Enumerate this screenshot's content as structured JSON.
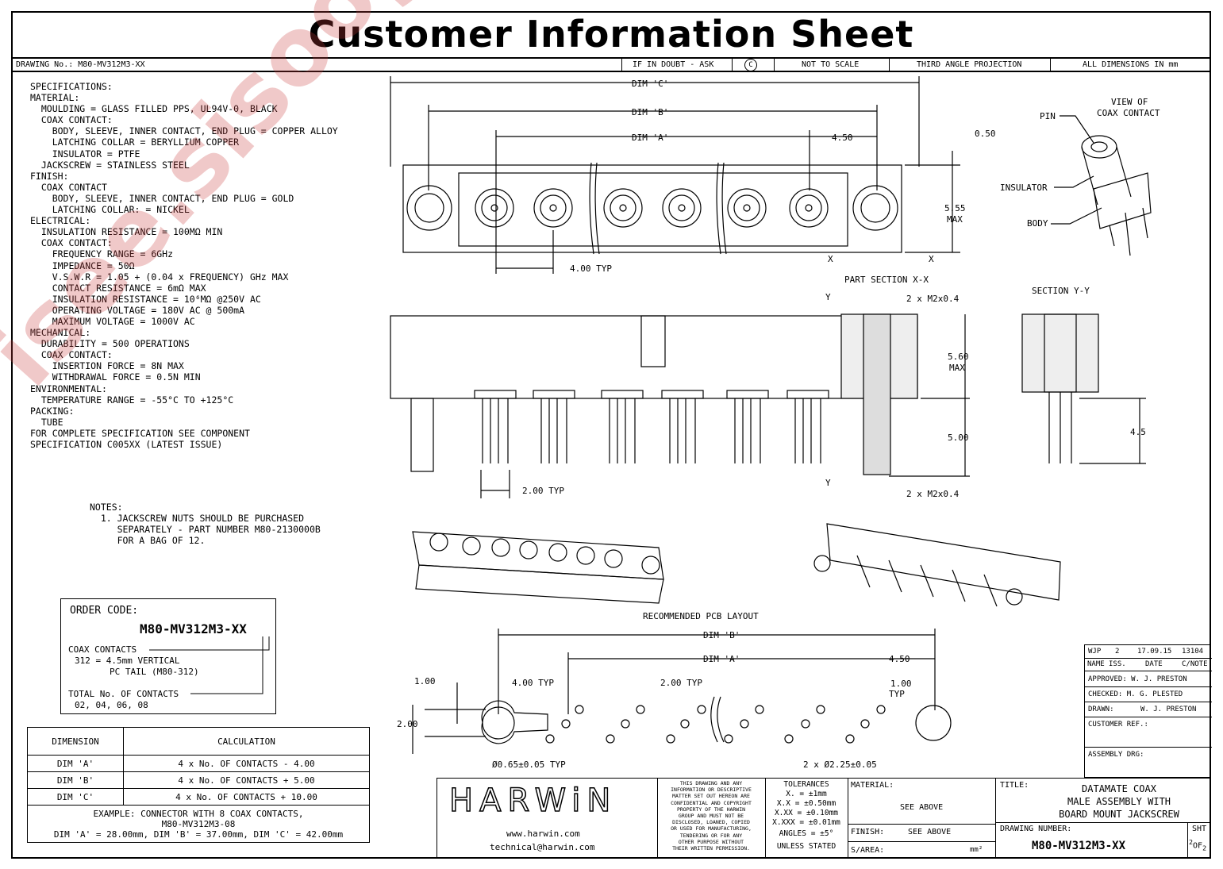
{
  "title": "Customer Information Sheet",
  "header": {
    "drawing_no": "DRAWING No.: M80-MV312M3-XX",
    "doubt": "IF IN DOUBT - ASK",
    "copyright": "C",
    "scale": "NOT TO SCALE",
    "projection": "THIRD ANGLE PROJECTION",
    "dims": "ALL DIMENSIONS IN mm"
  },
  "specifications": [
    "SPECIFICATIONS:",
    "MATERIAL:",
    "  MOULDING = GLASS FILLED PPS, UL94V-0, BLACK",
    "  COAX CONTACT:",
    "    BODY, SLEEVE, INNER CONTACT, END PLUG = COPPER ALLOY",
    "    LATCHING COLLAR = BERYLLIUM COPPER",
    "    INSULATOR = PTFE",
    "  JACKSCREW = STAINLESS STEEL",
    "FINISH:",
    "  COAX CONTACT",
    "    BODY, SLEEVE, INNER CONTACT, END PLUG = GOLD",
    "    LATCHING COLLAR: = NICKEL",
    "ELECTRICAL:",
    "  INSULATION RESISTANCE = 100MΩ MIN",
    "  COAX CONTACT:",
    "    FREQUENCY RANGE = 6GHz",
    "    IMPEDANCE = 50Ω",
    "    V.S.W.R = 1.05 + (0.04 x FREQUENCY) GHz MAX",
    "    CONTACT RESISTANCE = 6mΩ MAX",
    "    INSULATION RESISTANCE = 10⁶MΩ @250V AC",
    "    OPERATING VOLTAGE = 180V AC @ 500mA",
    "    MAXIMUM VOLTAGE = 1000V AC",
    "MECHANICAL:",
    "  DURABILITY = 500 OPERATIONS",
    "  COAX CONTACT:",
    "    INSERTION FORCE = 8N MAX",
    "    WITHDRAWAL FORCE = 0.5N MIN",
    "ENVIRONMENTAL:",
    "  TEMPERATURE RANGE = -55°C TO +125°C",
    "PACKING:",
    "  TUBE",
    "FOR COMPLETE SPECIFICATION SEE COMPONENT",
    "SPECIFICATION C005XX (LATEST ISSUE)"
  ],
  "notes": [
    "NOTES:",
    "  1. JACKSCREW NUTS SHOULD BE PURCHASED",
    "     SEPARATELY - PART NUMBER M80-2130000B",
    "     FOR A BAG OF 12."
  ],
  "order_code": {
    "label": "ORDER CODE:",
    "code": "M80-MV312M3-XX",
    "coax": "COAX CONTACTS",
    "coax_opt1": "312 = 4.5mm VERTICAL",
    "coax_opt2": "PC TAIL (M80-312)",
    "total": "TOTAL No. OF CONTACTS",
    "total_opts": "02, 04, 06, 08"
  },
  "dimension_table": {
    "headers": [
      "DIMENSION",
      "CALCULATION"
    ],
    "rows": [
      [
        "DIM 'A'",
        "4 x No. OF CONTACTS - 4.00"
      ],
      [
        "DIM 'B'",
        "4 x No. OF CONTACTS + 5.00"
      ],
      [
        "DIM 'C'",
        "4 x No. OF CONTACTS + 10.00"
      ]
    ],
    "example1": "EXAMPLE: CONNECTOR WITH 8 COAX CONTACTS,",
    "example2": "M80-MV312M3-08",
    "example3": "DIM 'A' = 28.00mm, DIM 'B' = 37.00mm, DIM 'C' = 42.00mm"
  },
  "drawing_labels": {
    "dim_c": "DIM 'C'",
    "dim_b": "DIM 'B'",
    "dim_a": "DIM 'A'",
    "d450": "4.50",
    "d050": "0.50",
    "d555": "5.55",
    "max": "MAX",
    "d400typ": "4.00 TYP",
    "x": "X",
    "part_section": "PART SECTION X-X",
    "m2": "2 x M2x0.4",
    "y": "Y",
    "d560": "5.60",
    "d500": "5.00",
    "d200typ": "2.00 TYP",
    "section_yy": "SECTION Y-Y",
    "d45": "4.5",
    "view_of": "VIEW OF",
    "coax_contact": "COAX CONTACT",
    "pin": "PIN",
    "insulator": "INSULATOR",
    "body": "BODY",
    "pcb_layout": "RECOMMENDED PCB LAYOUT",
    "d100": "1.00",
    "d200": "2.00",
    "typ": "TYP",
    "hole_small": "Ø0.65±0.05 TYP",
    "hole_big": "2 x Ø2.25±0.05"
  },
  "revision": {
    "row": [
      "WJP",
      "2",
      "17.09.15",
      "13104"
    ],
    "headers": [
      "NAME",
      "ISS.",
      "DATE",
      "C/NOTE"
    ],
    "approved": "APPROVED: W. J. PRESTON",
    "checked": "CHECKED: M. G. PLESTED",
    "drawn_label": "DRAWN:",
    "drawn": "W. J. PRESTON",
    "customer_ref": "CUSTOMER REF.:",
    "assembly_drg": "ASSEMBLY DRG:"
  },
  "title_block": {
    "logo": "HARWiN",
    "web": "www.harwin.com",
    "email": "technical@harwin.com",
    "confidential": [
      "THIS DRAWING AND ANY",
      "INFORMATION OR DESCRIPTIVE",
      "MATTER SET OUT HEREON ARE",
      "CONFIDENTIAL AND COPYRIGHT",
      "PROPERTY OF THE HARWIN",
      "GROUP AND MUST NOT BE",
      "DISCLOSED, LOANED, COPIED",
      "OR USED FOR MANUFACTURING,",
      "TENDERING OR FOR ANY",
      "OTHER PURPOSE WITHOUT",
      "THEIR WRITTEN PERMISSION."
    ],
    "tolerances": "TOLERANCES",
    "tol_x": "X. = ±1mm",
    "tol_xx": "X.X = ±0.50mm",
    "tol_xxx": "X.XX = ±0.10mm",
    "tol_xxxx": "X.XXX = ±0.01mm",
    "angles": "ANGLES = ±5°",
    "unless": "UNLESS STATED",
    "material_label": "MATERIAL:",
    "material": "SEE ABOVE",
    "finish_label": "FINISH:",
    "finish": "SEE ABOVE",
    "area_label": "S/AREA:",
    "area_unit": "mm²",
    "title_label": "TITLE:",
    "title1": "DATAMATE COAX",
    "title2": "MALE ASSEMBLY WITH",
    "title3": "BOARD MOUNT JACKSCREW",
    "drawing_number_label": "DRAWING NUMBER:",
    "drawing_number": "M80-MV312M3-XX",
    "sht_label": "SHT",
    "sht": "2",
    "of": "OF",
    "sht_total": "2"
  },
  "watermark": "isee.sisoog.com"
}
